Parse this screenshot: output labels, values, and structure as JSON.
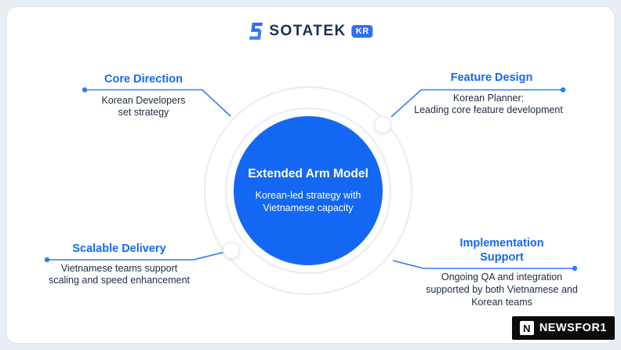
{
  "brand": {
    "name": "SOTATEK",
    "badge": "KR"
  },
  "center": {
    "title": "Extended Arm Model",
    "subtitle_lines": [
      "Korean-led strategy with",
      "Vietnamese capacity"
    ]
  },
  "callouts": [
    {
      "title": "Core Direction",
      "lines": [
        "Korean Developers",
        "set strategy"
      ]
    },
    {
      "title": "Feature Design",
      "lines": [
        "Korean Planner:",
        "Leading core feature development"
      ]
    },
    {
      "title": "Scalable Delivery",
      "lines": [
        "Vietnamese teams support",
        "scaling and speed enhancement"
      ]
    },
    {
      "title": "Implementation Support",
      "lines": [
        "Ongoing QA and integration",
        "supported by both Vietnamese and",
        "Korean teams"
      ]
    }
  ],
  "watermark": {
    "icon_letter": "N",
    "text": "NEWSFOR1"
  },
  "colors": {
    "accent": "#1668f2",
    "leader_line": "#2f7bf6",
    "ring": "#e7ecf3",
    "center_fill": "#1467f2",
    "text_dark": "#1d2a3f",
    "background": "#e9eef5"
  }
}
